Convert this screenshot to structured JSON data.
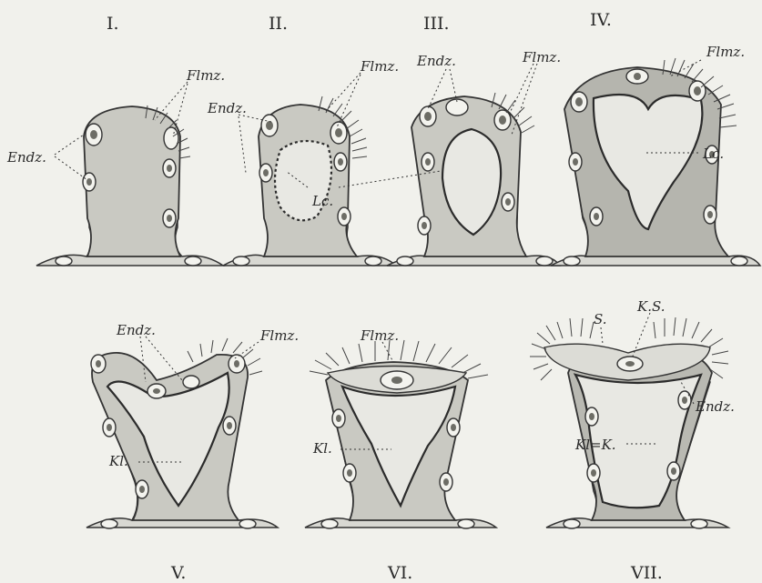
{
  "stages": [
    "I.",
    "II.",
    "III.",
    "IV.",
    "V.",
    "VI.",
    "VII."
  ],
  "labels": {
    "endz": "Endz.",
    "flmz": "Flmz.",
    "lc": "Lc.",
    "kl": "Kl.",
    "ks": "K.S.",
    "s": "S.",
    "klk": "Kl=K."
  },
  "colors": {
    "background": "#f1f1ec",
    "tissue": "#c9c9c2",
    "lumen": "#e8e8e3",
    "ink": "#2a2a2a"
  }
}
